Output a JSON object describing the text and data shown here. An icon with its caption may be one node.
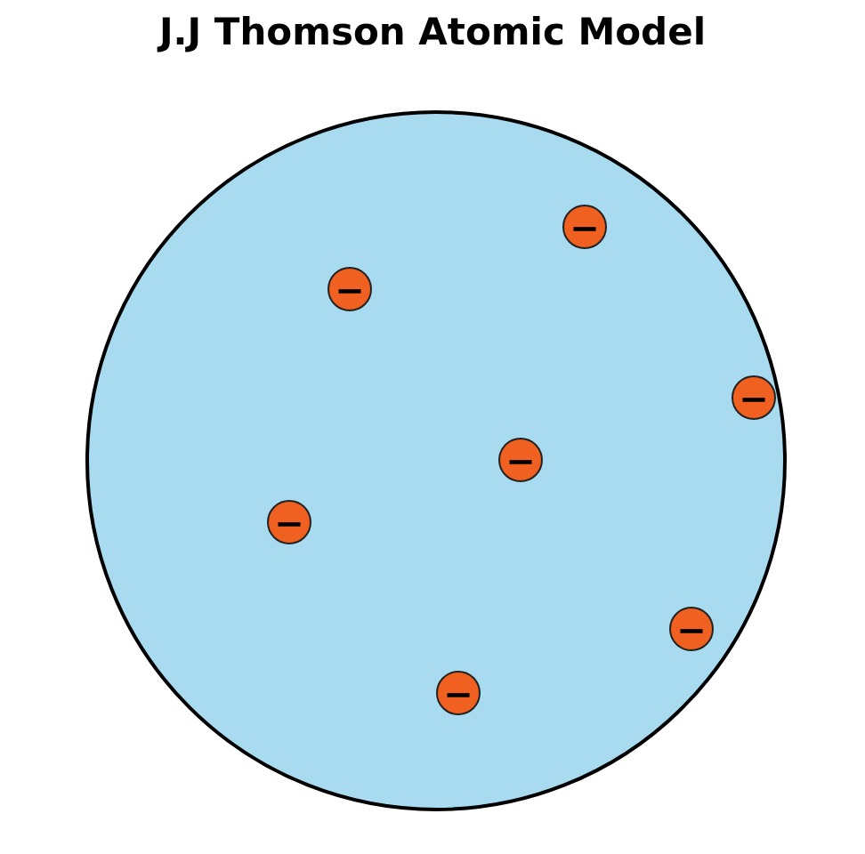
{
  "diagram": {
    "title": "J.J Thomson Atomic Model",
    "nodes": [
      {
        "text": [],
        "shape": "circle"
      },
      {
        "text": [
          "−"
        ],
        "in": 0
      },
      {
        "text": [
          "−"
        ],
        "in": 0
      },
      {
        "text": [
          "−"
        ],
        "in": 0
      },
      {
        "text": [
          "−"
        ],
        "in": 0
      },
      {
        "text": [
          "−"
        ],
        "in": 0
      },
      {
        "text": [
          "−"
        ],
        "in": 0
      },
      {
        "text": [
          "−"
        ],
        "in": 0
      }
    ],
    "edges": []
  }
}
